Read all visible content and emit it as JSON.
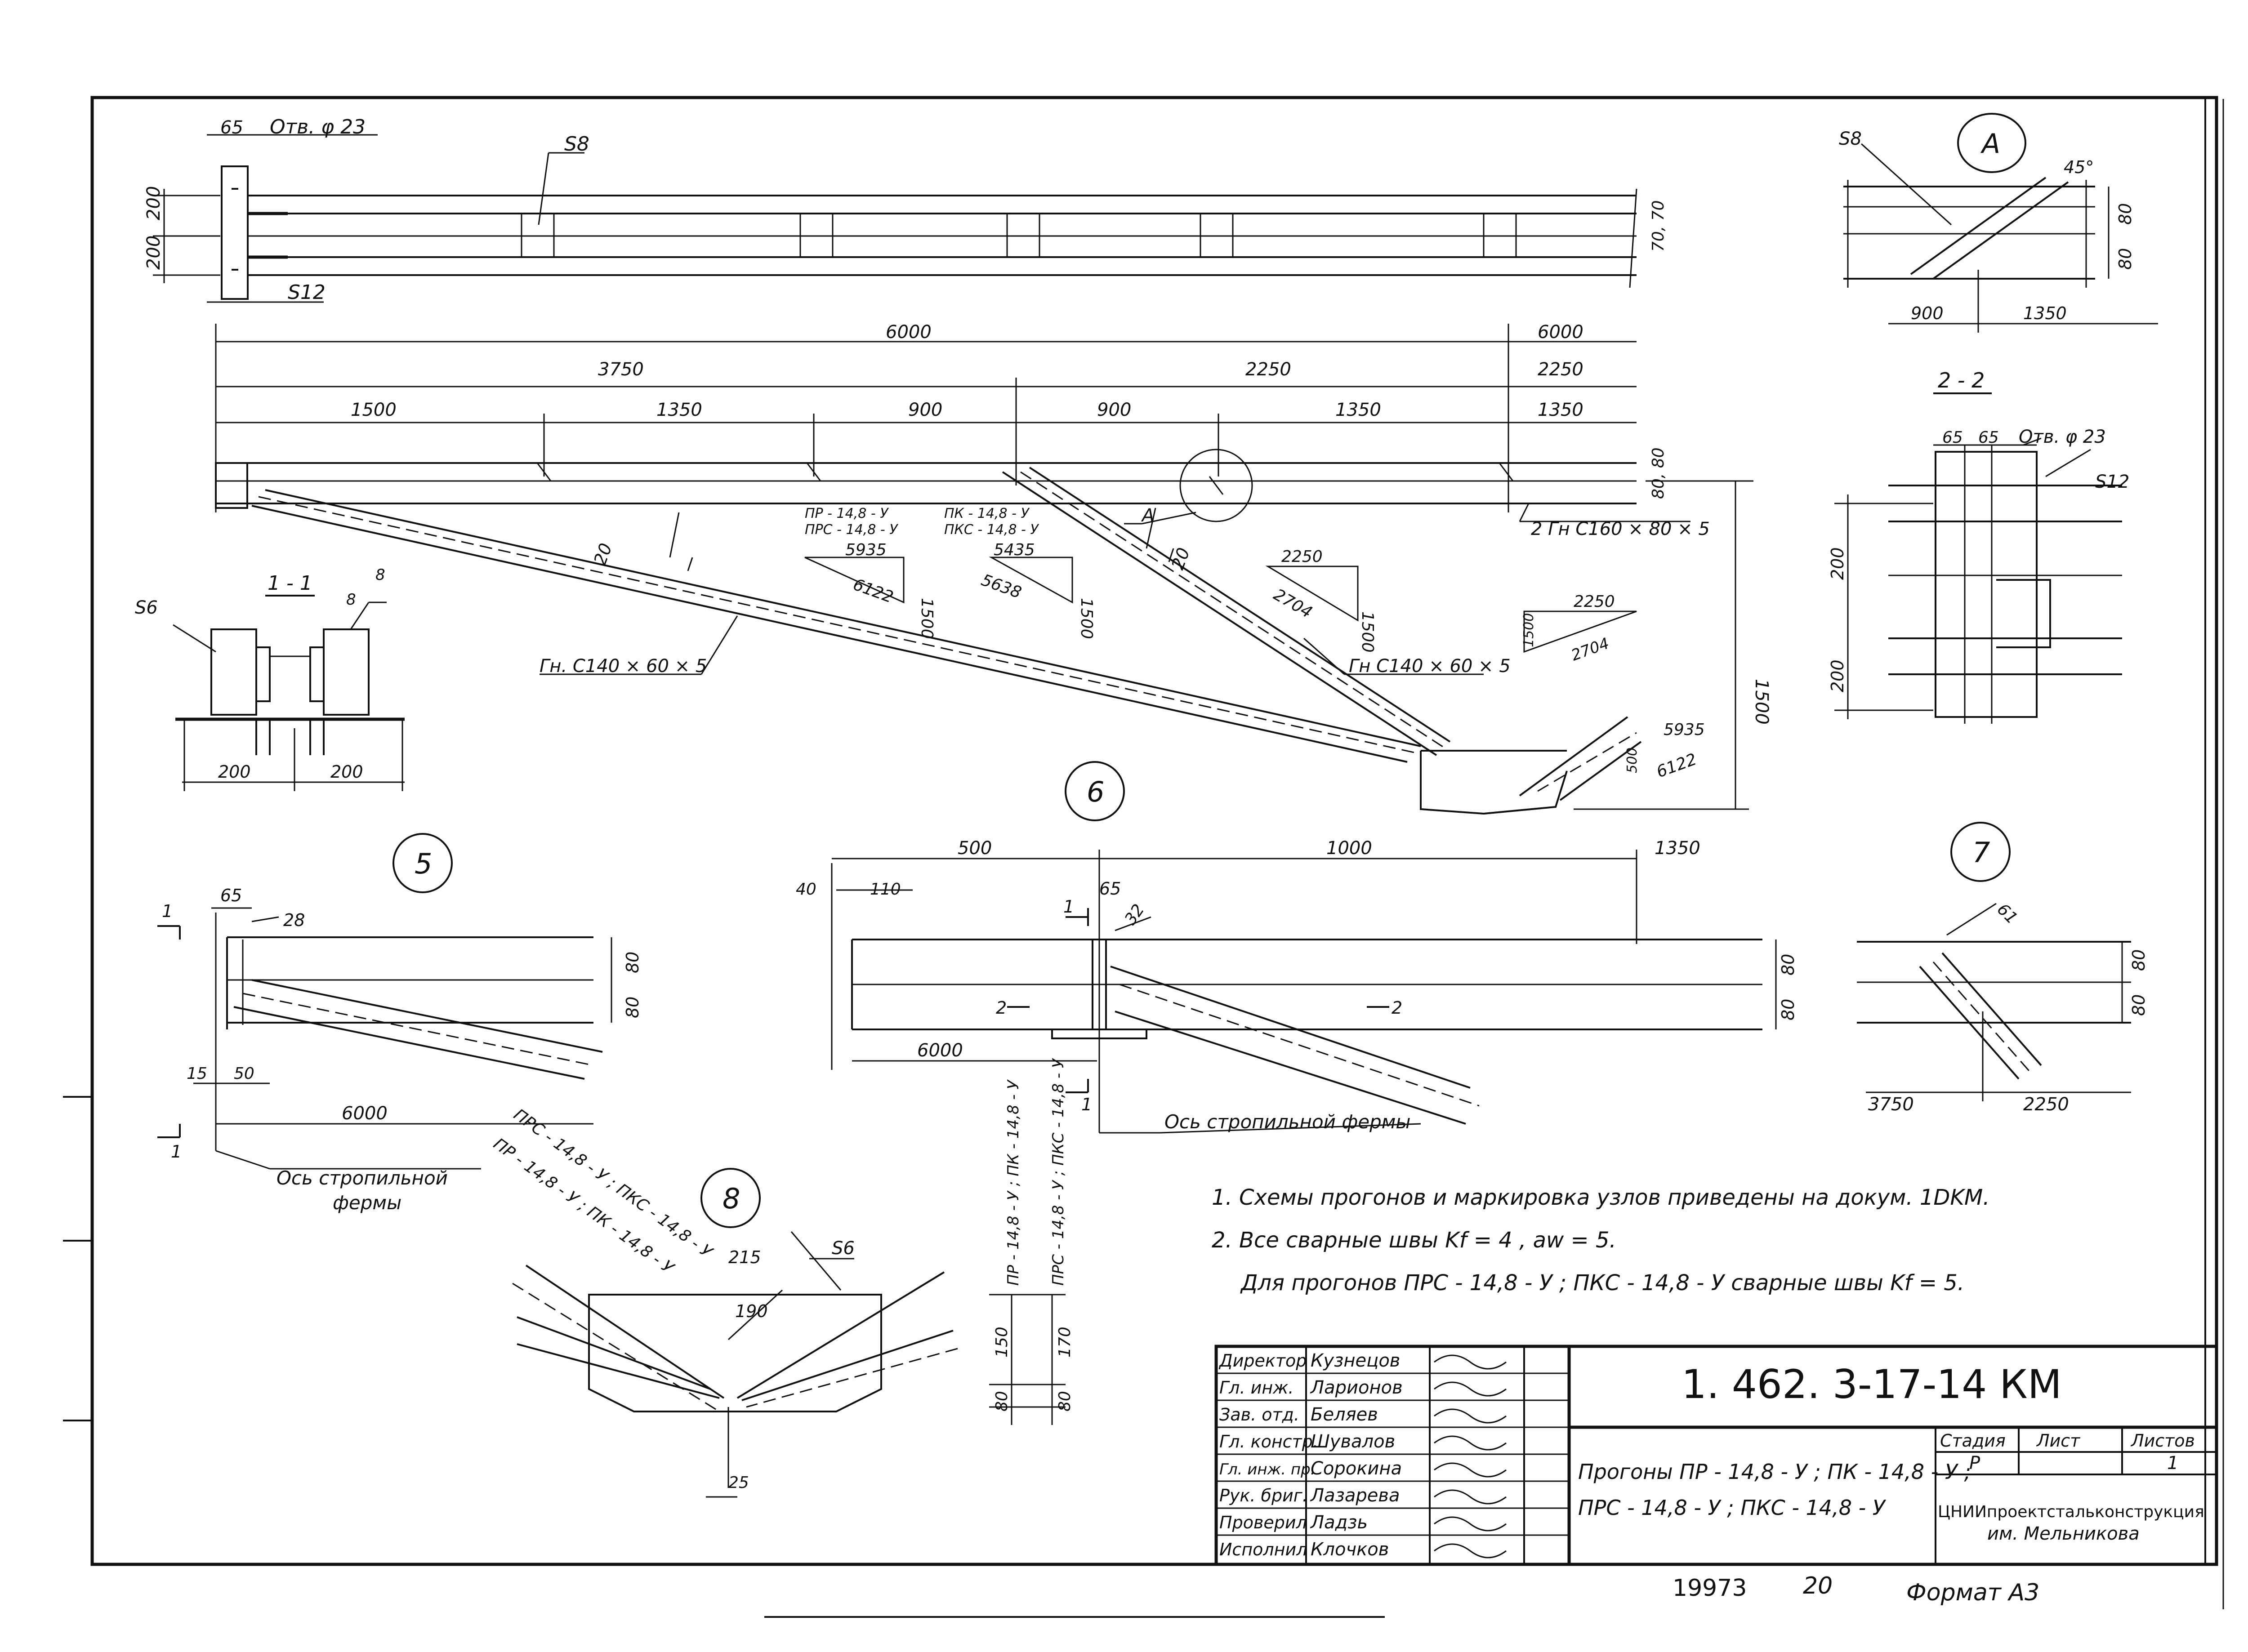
{
  "main_view": {
    "hole_label": "Отв. φ 23",
    "dim_65": "65",
    "stiffener_label": "S8",
    "plate_label": "S12",
    "dim_200_top": "200",
    "dim_200_bot": "200",
    "dim_70_70": "70, 70",
    "dim_6000_left": "6000",
    "dim_6000_right": "6000",
    "dim_3750": "3750",
    "dim_2250_a": "2250",
    "dim_2250_b": "2250",
    "dim_1500": "1500",
    "dim_1350_a": "1350",
    "dim_900_a": "900",
    "dim_900_b": "900",
    "dim_1350_b": "1350",
    "dim_1350_c": "1350"
  },
  "elevation": {
    "dim_80_80": "80, 80",
    "chord_label": "2 Гн С160 × 80 × 5",
    "brace_left_label": "Гн. С140 × 60 × 5",
    "brace_right_label": "Гн С140 × 60 × 5",
    "weld_20_a": "20",
    "weld_20_b": "20",
    "purlin_pr": "ПР - 14,8 - У",
    "purlin_prs": "ПРС - 14,8 - У",
    "purlin_pk": "ПК - 14,8 - У",
    "purlin_pks": "ПКС - 14,8 - У",
    "len_5935": "5935",
    "len_6122": "6122",
    "len_1500_a": "1500",
    "len_5435": "5435",
    "len_5638": "5638",
    "len_1500_b": "1500",
    "tri1_2250": "2250",
    "tri1_2704": "2704",
    "tri1_1500": "1500",
    "tri2_2250": "2250",
    "tri2_1500": "1500",
    "tri2_2704": "2704",
    "height_1500": "1500",
    "r_5935": "5935",
    "r_500": "500",
    "r_6122": "6122",
    "node_a": "А"
  },
  "callout_a": {
    "label": "А",
    "stiffener": "S8",
    "angle": "45°",
    "dim_80_top": "80",
    "dim_80_bot": "80",
    "dim_900": "900",
    "dim_1350": "1350"
  },
  "section_2_2": {
    "title": "2 - 2",
    "dim_65_a": "65",
    "dim_65_b": "65",
    "hole": "Отв. φ 23",
    "plate": "S12",
    "dim_200_a": "200",
    "dim_200_b": "200"
  },
  "section_1_1": {
    "title": "1 - 1",
    "plate": "S6",
    "weld": "8",
    "weld_b": "8",
    "dim_200_a": "200",
    "dim_200_b": "200"
  },
  "node_5": {
    "num": "5",
    "cut_a": "1",
    "cut_b": "1",
    "dim_65": "65",
    "dim_28": "28",
    "dim_80_a": "80",
    "dim_80_b": "80",
    "dim_15": "15",
    "dim_50": "50",
    "dim_6000": "6000",
    "axis_line1": "Ось стропильной",
    "axis_line2": "фермы"
  },
  "node_6": {
    "num": "6",
    "dim_40": "40",
    "dim_500": "500",
    "dim_110": "110",
    "dim_1000": "1000",
    "dim_1350": "1350",
    "dim_65": "65",
    "dim_32": "32",
    "cut_1a": "1",
    "cut_1b": "1",
    "cut_2a": "2",
    "cut_2b": "2",
    "dim_80_a": "80",
    "dim_80_b": "80",
    "dim_6000": "6000",
    "axis": "Ось стропильной фермы"
  },
  "node_7": {
    "num": "7",
    "dim_61": "61",
    "dim_80_a": "80",
    "dim_80_b": "80",
    "dim_3750": "3750",
    "dim_2250": "2250"
  },
  "node_8": {
    "num": "8",
    "purlin_top": "ПРС - 14,8 - У ; ПКС - 14,8 - У",
    "purlin_bot": "ПР - 14,8 - У ; ПК - 14,8 - У",
    "vert_left": "ПР - 14,8 - У ; ПК - 14,8 - У",
    "vert_right": "ПРС - 14,8 - У ; ПКС - 14,8 - У",
    "plate": "S6",
    "dim_215": "215",
    "dim_190": "190",
    "dim_150": "150",
    "dim_170": "170",
    "dim_80_a": "80",
    "dim_80_b": "80",
    "dim_25": "25"
  },
  "notes": {
    "n1": "1. Схемы прогонов и маркировка узлов приведены на докум. 1DKM.",
    "n2": "2. Все  сварные  швы Kf = 4 , aw = 5.",
    "n3": "Для  прогонов ПРС - 14,8 - У ; ПКС - 14,8 - У  сварные швы Kf = 5."
  },
  "title_block": {
    "roles": [
      "Директор",
      "Гл. инж.",
      "Зав. отд.",
      "Гл. констр.",
      "Гл. инж. пр.",
      "Рук. бриг.",
      "Проверил",
      "Исполнил"
    ],
    "names": [
      "Кузнецов",
      "Ларионов",
      "Беляев",
      "Шувалов",
      "Сорокина",
      "Лазарева",
      "Ладзь",
      "Клочков"
    ],
    "doc_code": "1. 462. 3-17-14 КМ",
    "stage_h": "Стадия",
    "sheet_h": "Лист",
    "sheets_h": "Листов",
    "stage": "Р",
    "sheet": "",
    "sheets": "1",
    "desc1": "Прогоны  ПР - 14,8 - У ; ПК - 14,8 - У ;",
    "desc2": "ПРС - 14,8 - У ; ПКС - 14,8 - У",
    "org1": "ЦНИИпроектстальконструкция",
    "org2": "им. Мельникова"
  },
  "footer": {
    "inv": "19973",
    "n20": "20",
    "format": "Формат А3"
  }
}
